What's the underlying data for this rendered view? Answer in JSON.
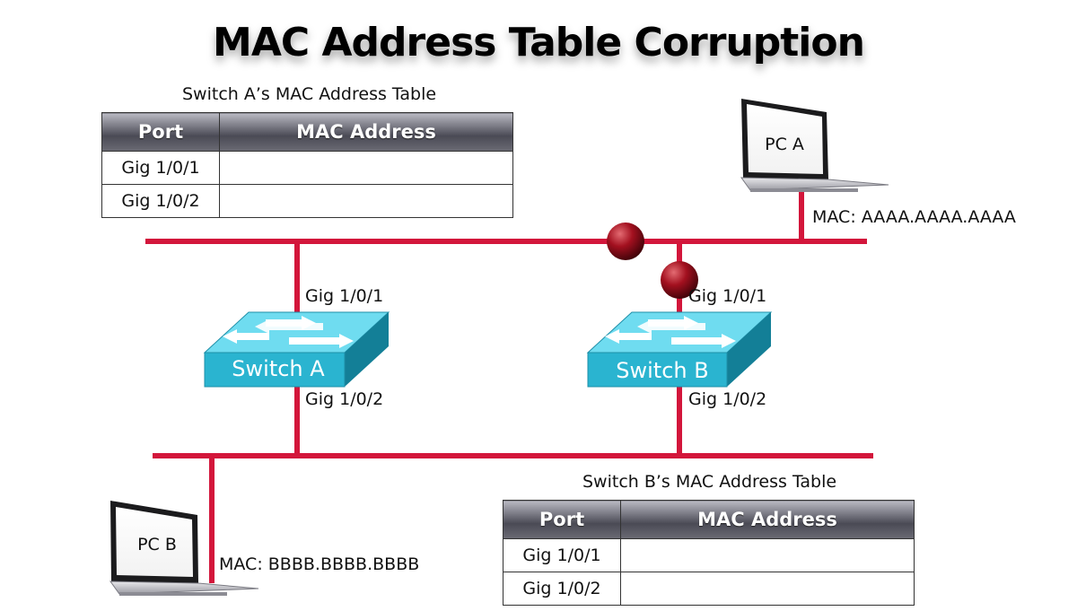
{
  "title": "MAC Address Table Corruption",
  "tableA": {
    "caption": "Switch A’s MAC Address Table",
    "headers": [
      "Port",
      "MAC Address"
    ],
    "rows": [
      {
        "port": "Gig 1/0/1",
        "mac": ""
      },
      {
        "port": "Gig 1/0/2",
        "mac": ""
      }
    ]
  },
  "tableB": {
    "caption": "Switch B’s MAC Address Table",
    "headers": [
      "Port",
      "MAC Address"
    ],
    "rows": [
      {
        "port": "Gig 1/0/1",
        "mac": ""
      },
      {
        "port": "Gig 1/0/2",
        "mac": ""
      }
    ]
  },
  "switchA": {
    "name": "Switch A",
    "port_top": "Gig 1/0/1",
    "port_bottom": "Gig 1/0/2"
  },
  "switchB": {
    "name": "Switch B",
    "port_top": "Gig 1/0/1",
    "port_bottom": "Gig 1/0/2"
  },
  "pcA": {
    "name": "PC A",
    "mac": "MAC: AAAA.AAAA.AAAA"
  },
  "pcB": {
    "name": "PC B",
    "mac": "MAC: BBBB.BBBB.BBBB"
  },
  "colors": {
    "link": "#d3163b",
    "switch": "#2ab4d0",
    "frame": "#8b0f1f"
  },
  "icons": [
    "laptop-icon",
    "switch-icon",
    "frame-ball-icon"
  ]
}
